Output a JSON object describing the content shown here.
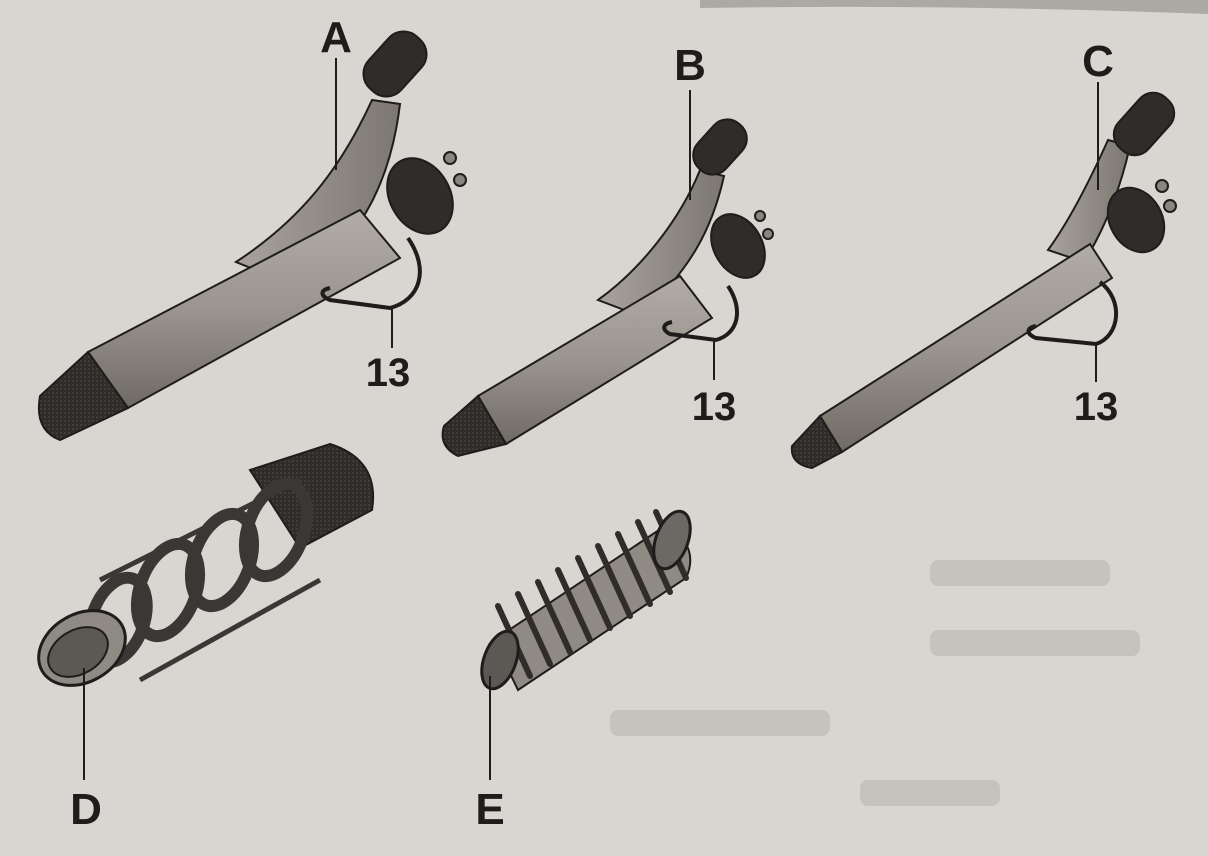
{
  "labels": {
    "a": "A",
    "b": "B",
    "c": "C",
    "d": "D",
    "e": "E",
    "part_13_a": "13",
    "part_13_b": "13",
    "part_13_c": "13"
  },
  "colors": {
    "paper": "#d9d6d1",
    "barrel": "#8f8a84",
    "dark": "#2a2827",
    "outline": "#1e1d1c"
  }
}
